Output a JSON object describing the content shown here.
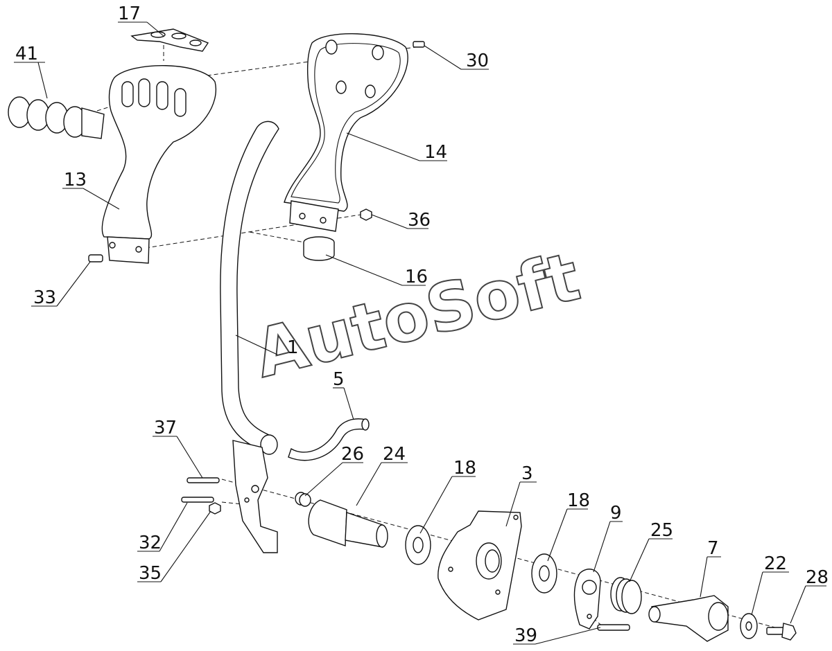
{
  "watermark": "AutoSoft",
  "labels": {
    "p17": "17",
    "p41": "41",
    "p30": "30",
    "p14": "14",
    "p13": "13",
    "p36": "36",
    "p16": "16",
    "p33": "33",
    "p1": "1",
    "p5": "5",
    "p37": "37",
    "p26": "26",
    "p24": "24",
    "p18a": "18",
    "p3": "3",
    "p18b": "18",
    "p9": "9",
    "p25": "25",
    "p7": "7",
    "p22": "22",
    "p28": "28",
    "p32": "32",
    "p35": "35",
    "p39": "39"
  }
}
